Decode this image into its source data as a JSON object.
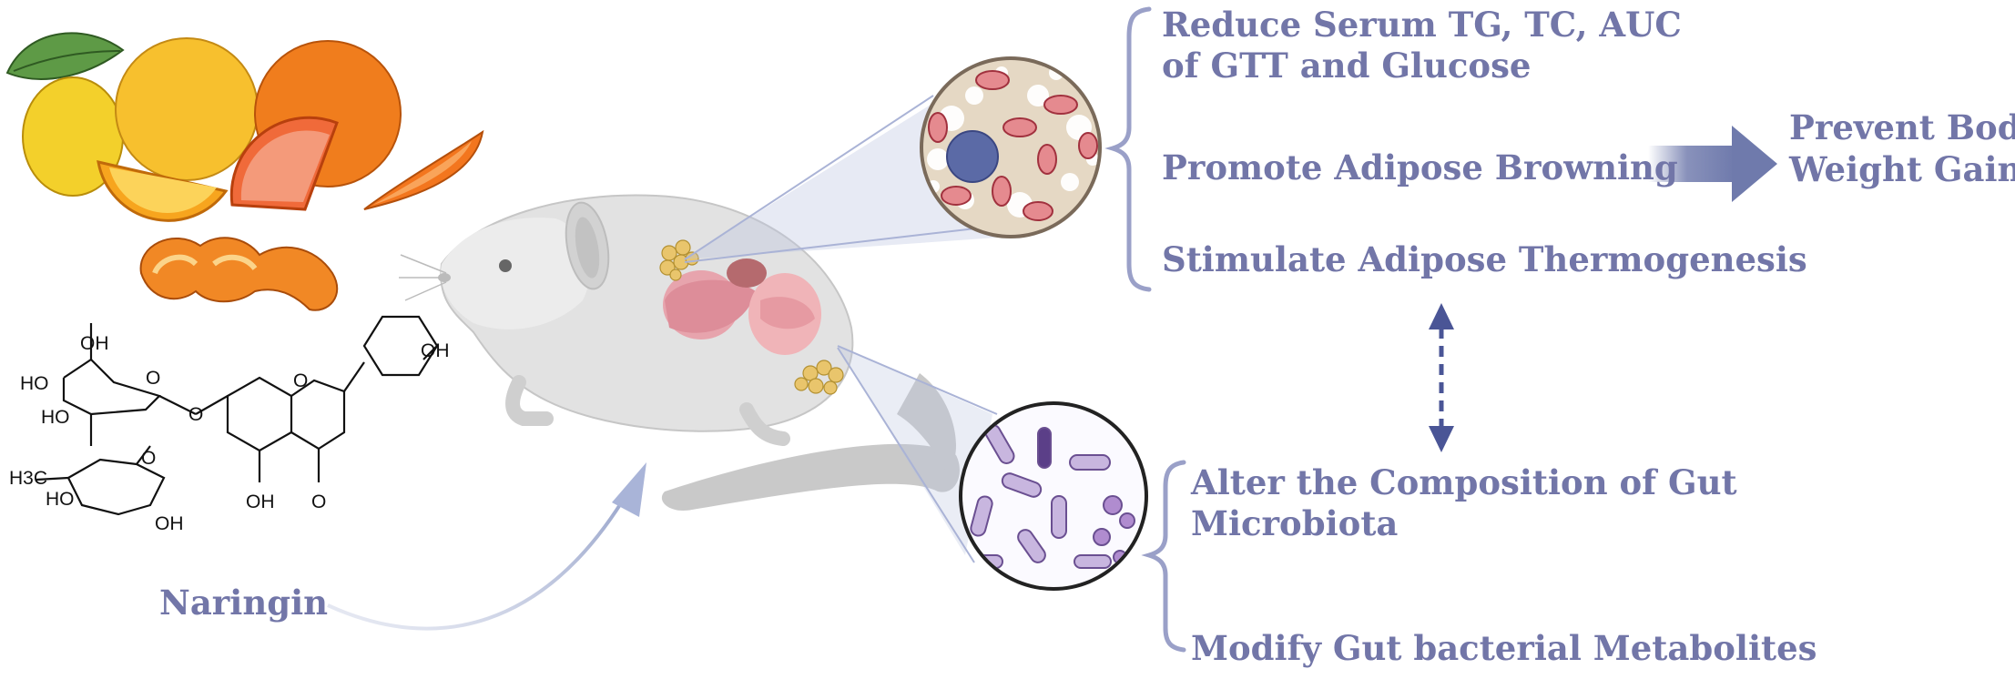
{
  "effects_top": {
    "line1": "Reduce Serum TG, TC, AUC",
    "line2": "of GTT and Glucose",
    "browning": "Promote Adipose Browning",
    "thermogenesis": "Stimulate Adipose Thermogenesis"
  },
  "outcome": {
    "line1": "Prevent Body",
    "line2": "Weight Gain"
  },
  "effects_bottom": {
    "gut_line1": "Alter the Composition of Gut",
    "gut_line2": "Microbiota",
    "metabolites": "Modify Gut bacterial Metabolites"
  },
  "compound": {
    "name": "Naringin",
    "atoms": [
      "OH",
      "HO",
      "HO",
      "O",
      "O",
      "H3C",
      "O",
      "HO",
      "OH",
      "O",
      "OH",
      "OH",
      "O"
    ]
  },
  "colors": {
    "text": "#7276a8",
    "arrow": "#7b85b3",
    "bracket": "#9aa0c8",
    "dotted_arrow": "#4a5596"
  },
  "icons": [
    "citrus-fruits-illustration",
    "mouse-illustration",
    "adipocyte-magnifier",
    "gut-bacteria-magnifier",
    "naringin-structure"
  ]
}
